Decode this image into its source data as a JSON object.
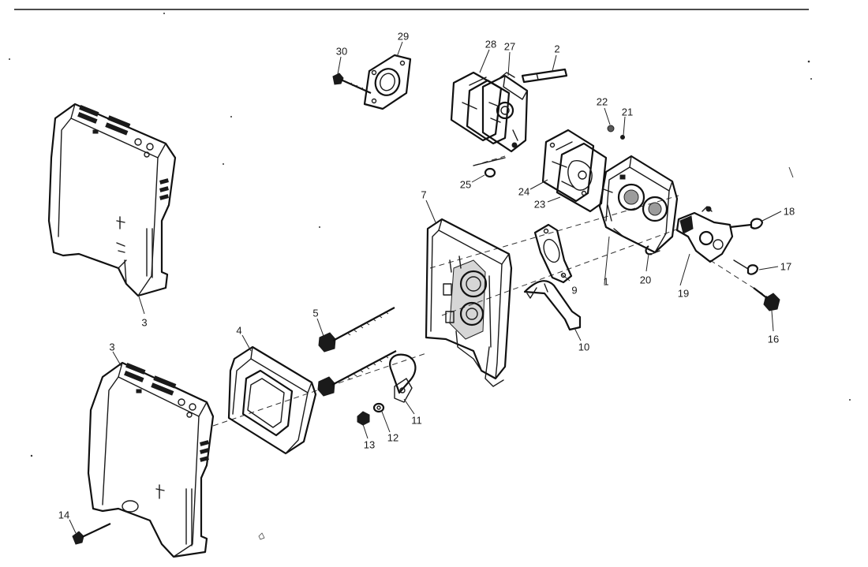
{
  "callouts": {
    "c1": "1",
    "c2": "2",
    "c3a": "3",
    "c3b": "3",
    "c4": "4",
    "c5": "5",
    "c7": "7",
    "c9": "9",
    "c10": "10",
    "c11": "11",
    "c12": "12",
    "c13": "13",
    "c14": "14",
    "c16": "16",
    "c17": "17",
    "c18": "18",
    "c19": "19",
    "c20": "20",
    "c21": "21",
    "c22": "22",
    "c23": "23",
    "c24": "24",
    "c25": "25",
    "c27": "27",
    "c28": "28",
    "c29": "29",
    "c30": "30"
  }
}
